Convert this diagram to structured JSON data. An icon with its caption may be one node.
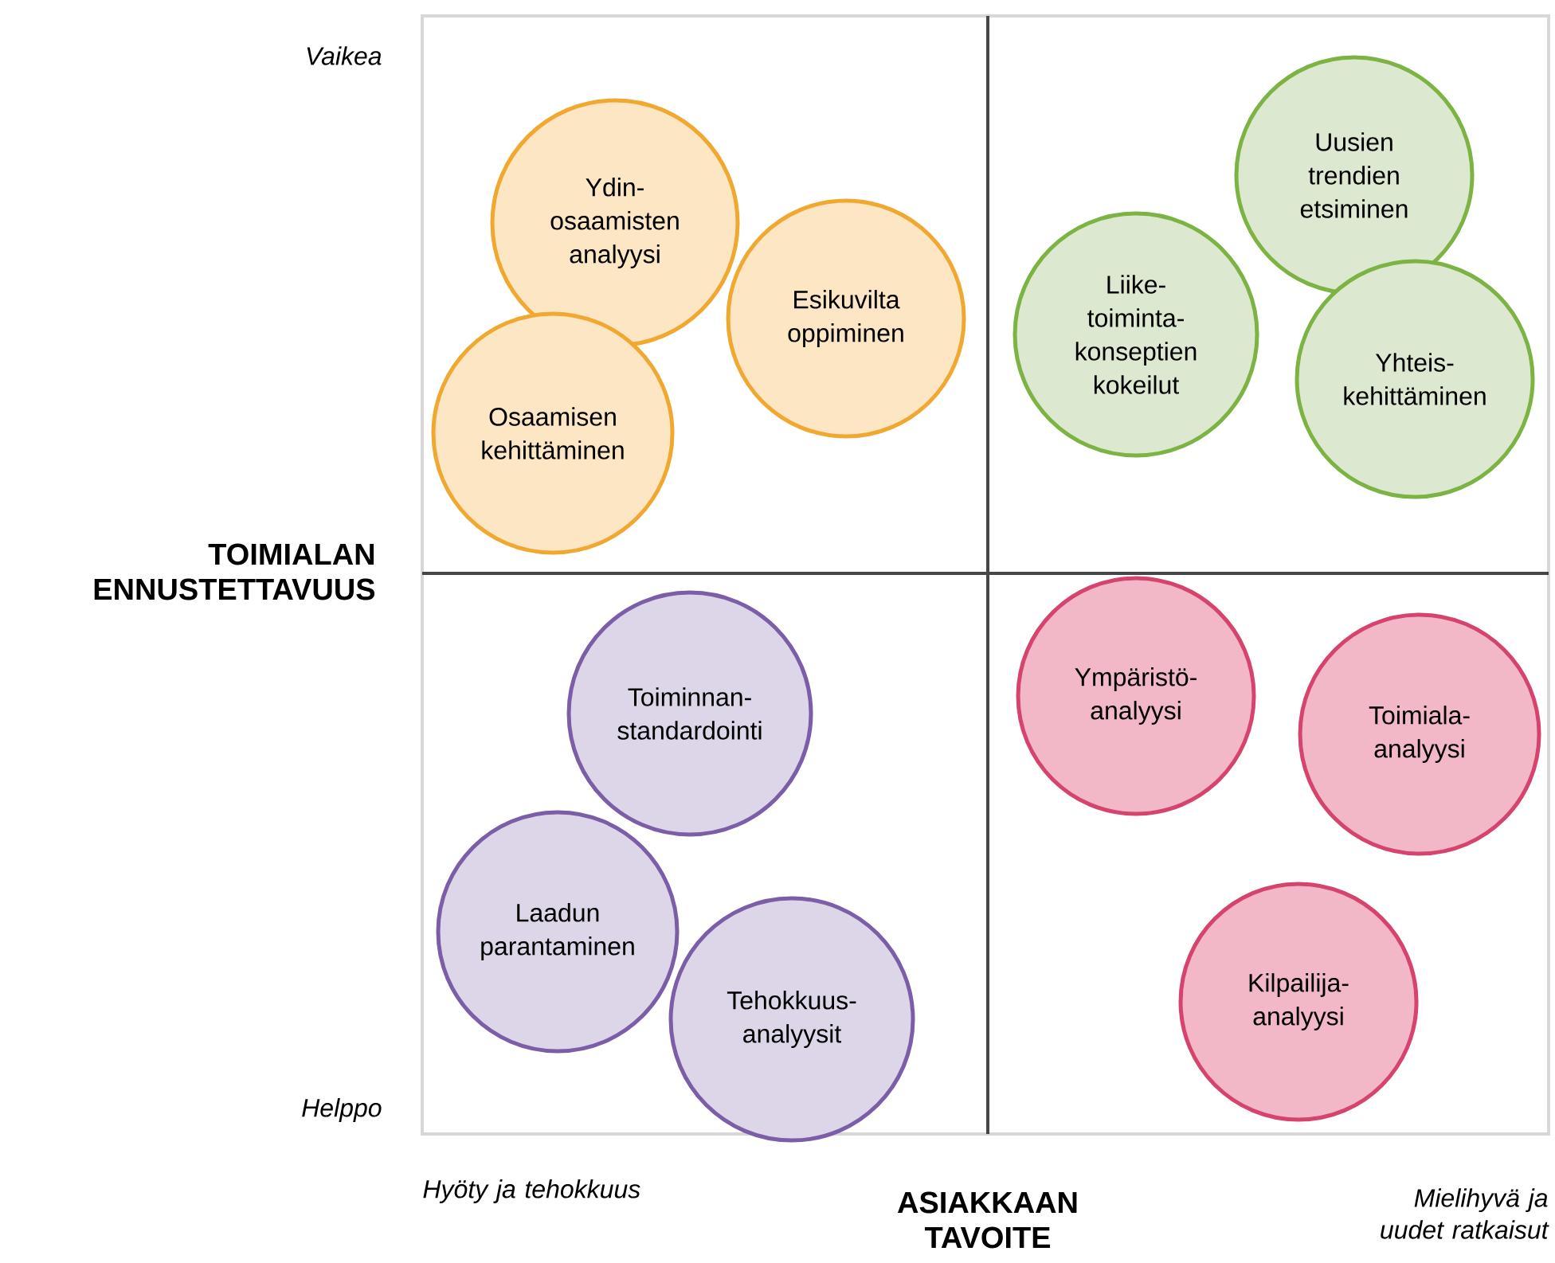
{
  "diagram": {
    "nodes": [
      {
        "text": [
          "Ydin- osaamisten analyysi"
        ]
      },
      {
        "text": [
          "Esikuvilta oppiminen"
        ]
      },
      {
        "text": [
          "Osaamisen kehittäminen"
        ]
      },
      {
        "text": [
          "Uusien trendien etsiminen"
        ]
      },
      {
        "text": [
          "Liike- toiminta- konseptien kokeilut"
        ]
      },
      {
        "text": [
          "Yhteis- kehittäminen"
        ]
      },
      {
        "text": [
          "Toiminnan- standardointi"
        ]
      },
      {
        "text": [
          "Ympäristö- analyysi"
        ]
      },
      {
        "text": [
          "Toimiala- analyysi"
        ]
      },
      {
        "text": [
          "Laadun parantaminen"
        ]
      },
      {
        "text": [
          "Tehokkuus- analyysit"
        ]
      },
      {
        "text": [
          "Kilpailija- analyysi"
        ]
      }
    ],
    "labels": [
      "Vaikea",
      "TOIMIALAN ENNUSTETTAVUUS",
      "Helppo",
      "Hyöty ja tehokkuus",
      "ASIAKKAAN TAVOITE",
      "Mielihyvä ja uudet ratkaisut"
    ]
  }
}
